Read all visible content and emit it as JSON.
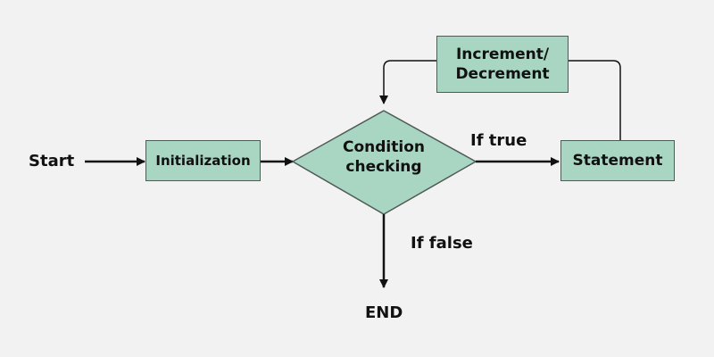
{
  "diagram": {
    "start_label": "Start",
    "end_label": "END",
    "init_label": "Initialization",
    "condition_line1": "Condition",
    "condition_line2": "checking",
    "statement_label": "Statement",
    "increment_line1": "Increment/",
    "increment_line2": "Decrement",
    "true_label": "If true",
    "false_label": "If false"
  },
  "colors": {
    "background": "#f2f2f2",
    "node_fill": "#a9d6c2",
    "node_border": "#4f5b57",
    "arrow": "#111111"
  }
}
